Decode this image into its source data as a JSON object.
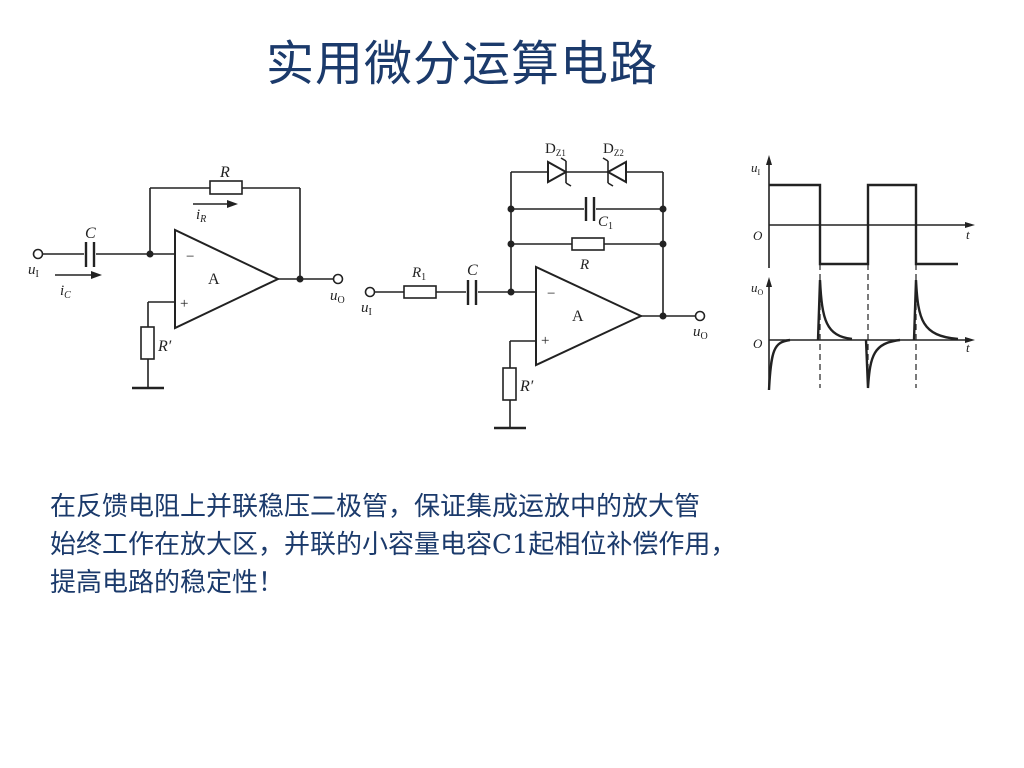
{
  "title": "实用微分运算电路",
  "circuit_basic": {
    "label_C": "C",
    "label_R": "R",
    "label_iR": "i",
    "label_iR_sub": "R",
    "label_iC": "i",
    "label_iC_sub": "C",
    "label_uI": "u",
    "label_uI_sub": "I",
    "label_uO": "u",
    "label_uO_sub": "O",
    "label_Rp": "R′",
    "label_A": "A",
    "label_minus": "−",
    "label_plus": "+"
  },
  "circuit_practical": {
    "label_DZ1": "D",
    "label_DZ1_sub": "Z1",
    "label_DZ2": "D",
    "label_DZ2_sub": "Z2",
    "label_C1": "C",
    "label_C1_sub": "1",
    "label_R": "R",
    "label_R1": "R",
    "label_R1_sub": "1",
    "label_C": "C",
    "label_uI": "u",
    "label_uI_sub": "I",
    "label_uO": "u",
    "label_uO_sub": "O",
    "label_Rp": "R′",
    "label_A": "A",
    "label_minus": "−",
    "label_plus": "+"
  },
  "waveforms": {
    "top_axis": "u",
    "top_axis_sub": "I",
    "bottom_axis": "u",
    "bottom_axis_sub": "O",
    "origin": "O",
    "time": "t"
  },
  "caption": {
    "line1": "在反馈电阻上并联稳压二极管，保证集成运放中的放大管",
    "line2": "始终工作在放大区，并联的小容量电容C1起相位补偿作用，",
    "line3": "提高电路的稳定性！"
  }
}
